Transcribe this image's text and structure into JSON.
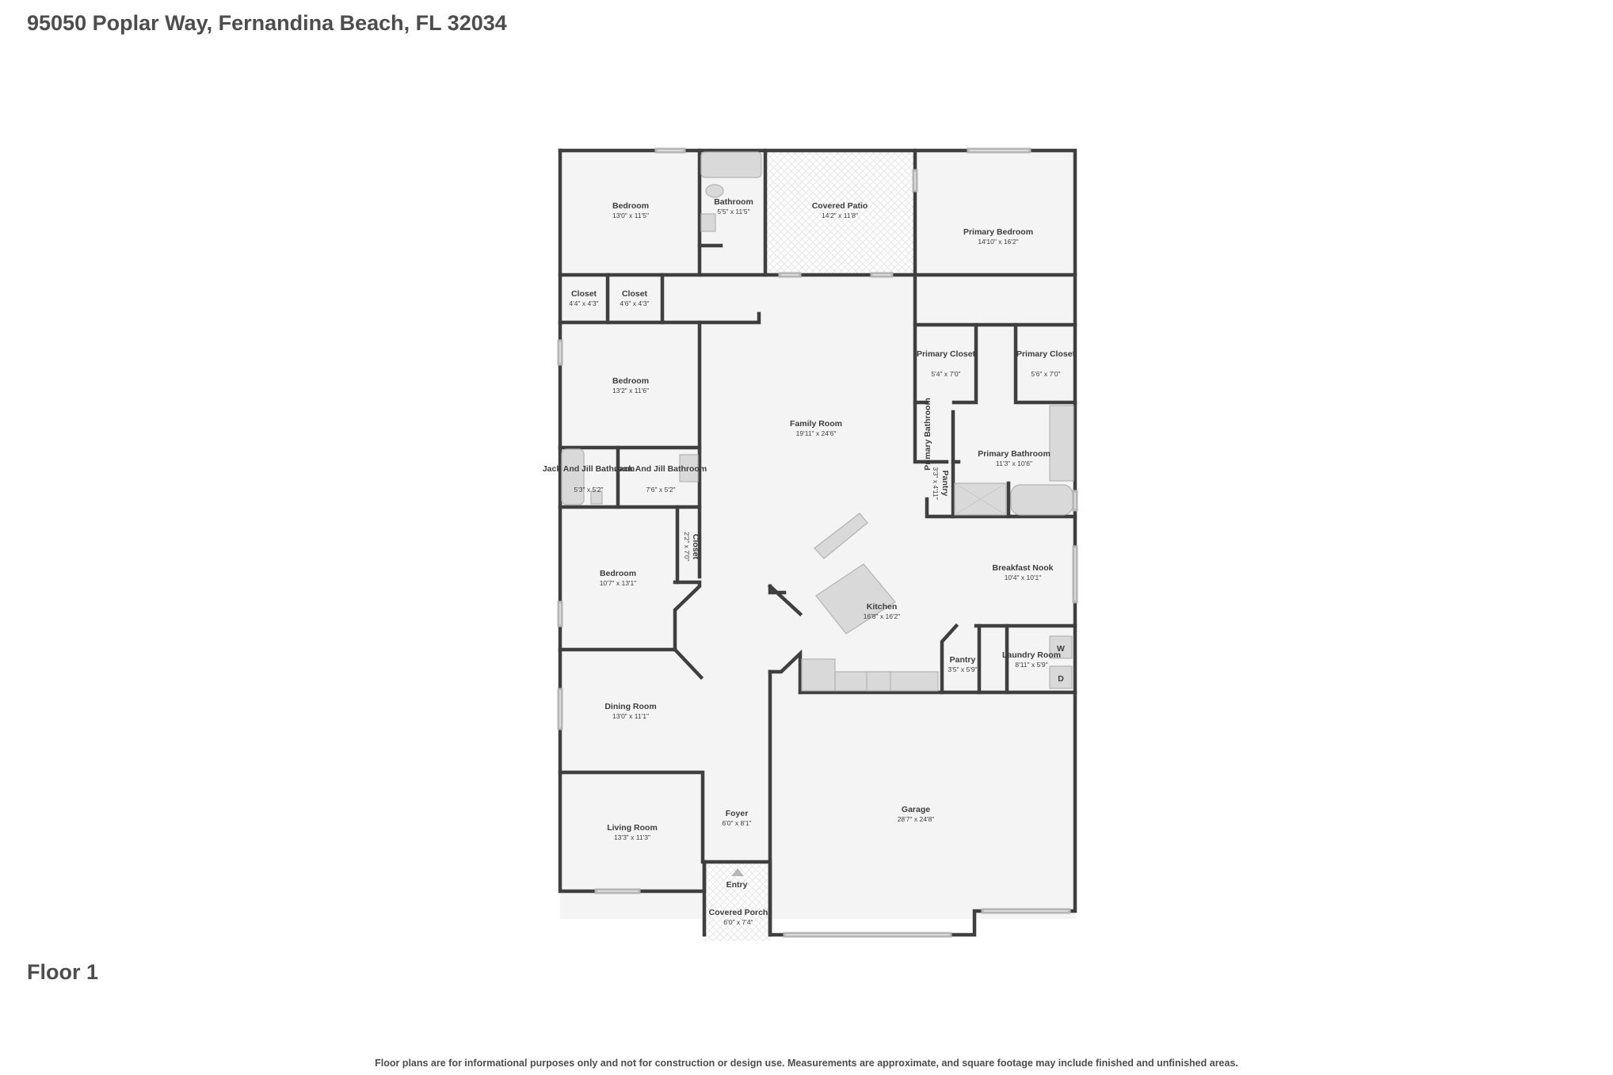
{
  "header": {
    "address": "95050 Poplar Way, Fernandina Beach, FL 32034"
  },
  "floor_label": "Floor 1",
  "disclaimer": "Floor plans are for informational purposes only and not for construction or design use. Measurements are approximate, and square footage may include finished and unfinished areas.",
  "rooms": {
    "bedroom1": {
      "name": "Bedroom",
      "dims": "13'0\" x 11'5\""
    },
    "bathroom": {
      "name": "Bathroom",
      "dims": "5'5\" x 11'5\""
    },
    "covered_patio": {
      "name": "Covered Patio",
      "dims": "14'2\" x 11'8\""
    },
    "primary_bedroom": {
      "name": "Primary Bedroom",
      "dims": "14'10\" x 16'2\""
    },
    "closet1": {
      "name": "Closet",
      "dims": "4'4\" x 4'3\""
    },
    "closet2": {
      "name": "Closet",
      "dims": "4'6\" x 4'3\""
    },
    "bedroom2": {
      "name": "Bedroom",
      "dims": "13'2\" x 11'6\""
    },
    "primary_closet1": {
      "name": "Primary Closet",
      "dims": "5'4\" x 7'0\""
    },
    "primary_closet2": {
      "name": "Primary Closet",
      "dims": "5'6\" x 7'0\""
    },
    "family_room": {
      "name": "Family Room",
      "dims": "19'11\" x 24'6\""
    },
    "primary_bathroom_wc": {
      "name": "Primary Bathroom"
    },
    "primary_bathroom": {
      "name": "Primary Bathroom",
      "dims": "11'3\" x 10'6\""
    },
    "jj_bath1": {
      "name": "Jack And Jill Bathroom",
      "dims": "5'3\" x 5'2\""
    },
    "jj_bath2": {
      "name": "Jack And Jill Bathroom",
      "dims": "7'6\" x 5'2\""
    },
    "pantry_small": {
      "name": "Pantry",
      "dims": "3'3\" x 4'11\""
    },
    "closet3": {
      "name": "Closet",
      "dims": "2'2\" x 7'0\""
    },
    "bedroom3": {
      "name": "Bedroom",
      "dims": "10'7\" x 13'1\""
    },
    "breakfast_nook": {
      "name": "Breakfast Nook",
      "dims": "10'4\" x 10'1\""
    },
    "kitchen": {
      "name": "Kitchen",
      "dims": "16'8\" x 16'2\""
    },
    "pantry": {
      "name": "Pantry",
      "dims": "3'5\" x 5'9\""
    },
    "laundry_room": {
      "name": "Laundry Room",
      "dims": "8'11\" x 5'9\""
    },
    "dining_room": {
      "name": "Dining Room",
      "dims": "13'0\" x 11'1\""
    },
    "garage": {
      "name": "Garage",
      "dims": "28'7\" x 24'8\""
    },
    "foyer": {
      "name": "Foyer",
      "dims": "6'0\" x 8'1\""
    },
    "living_room": {
      "name": "Living Room",
      "dims": "13'3\" x 11'3\""
    },
    "entry": {
      "name": "Entry"
    },
    "covered_porch": {
      "name": "Covered Porch",
      "dims": "6'0\" x 7'4\""
    }
  },
  "appliances": {
    "washer": "W",
    "dryer": "D"
  }
}
